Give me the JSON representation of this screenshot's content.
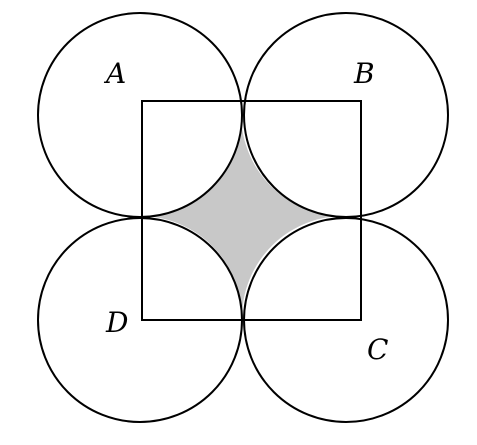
{
  "diagram": {
    "labels": {
      "a": "A",
      "b": "B",
      "c": "C",
      "d": "D"
    },
    "colors": {
      "stroke": "#000000",
      "shaded_fill": "#c8c8c8",
      "circle_fill": "#ffffff"
    }
  }
}
